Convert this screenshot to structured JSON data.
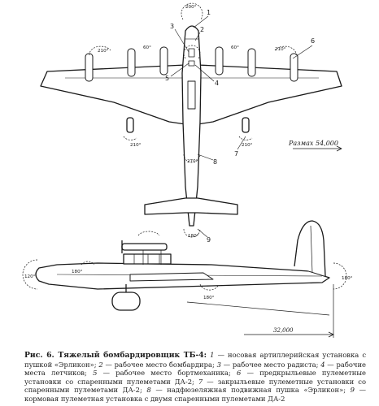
{
  "figure": {
    "callouts": [
      "1",
      "2",
      "3",
      "4",
      "5",
      "6",
      "7",
      "8",
      "9"
    ],
    "angles": {
      "nose_top": "200°",
      "wing_left": "210°",
      "wing_right": "210°",
      "mid_left": "60°",
      "mid_right": "60°",
      "under_left": "210°",
      "under_right": "210°",
      "belly": "270°",
      "tail": "180°",
      "side_nose": "120°",
      "side_mid": "180°",
      "side_low": "180°",
      "side_tail": "180°"
    },
    "span_label": "Размах 54,000",
    "length_label": "32,000"
  },
  "caption": {
    "title": "Рис. 6. Тяжелый бомбардировщик ТБ-4:",
    "items": [
      {
        "num": "1",
        "text": "носовая артиллерийская установка с пушкой «Эрликон»;"
      },
      {
        "num": "2",
        "text": "рабочее место бомбардира;"
      },
      {
        "num": "3",
        "text": "рабочее место радиста;"
      },
      {
        "num": "4",
        "text": "рабочие места летчиков;"
      },
      {
        "num": "5",
        "text": "рабочее место бортмеханика;"
      },
      {
        "num": "6",
        "text": "предкрыльевые пулеметные установки со спаренными пулеметами ДА-2;"
      },
      {
        "num": "7",
        "text": "закрыльевые пулеметные установки со спаренными пулеметами ДА-2;"
      },
      {
        "num": "8",
        "text": "надфюзеляжная подвижная пушка «Эрликон»;"
      },
      {
        "num": "9",
        "text": "кормовая пулеметная установка с двумя спаренными пулеметами ДА-2"
      }
    ]
  }
}
